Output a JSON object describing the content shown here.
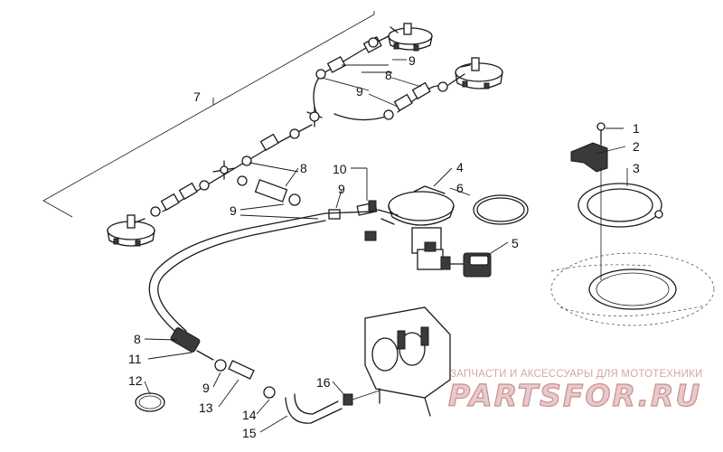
{
  "diagram": {
    "callouts": {
      "c1": "1",
      "c2": "2",
      "c3": "3",
      "c4": "4",
      "c5": "5",
      "c6": "6",
      "c7": "7",
      "c8a": "8",
      "c8b": "8",
      "c8c": "8",
      "c9a": "9",
      "c9b": "9",
      "c9c": "9",
      "c9d": "9",
      "c9e": "9",
      "c10": "10",
      "c11": "11",
      "c12": "12",
      "c13": "13",
      "c14": "14",
      "c15": "15",
      "c16": "16"
    }
  },
  "watermark": {
    "subtitle": "ЗАПЧАСТИ И АКСЕССУАРЫ ДЛЯ МОТОТЕХНИКИ",
    "brand": "PARTSFOR.RU",
    "colors": {
      "text": "#e9c9c9",
      "outline": "#c98f8f"
    }
  }
}
